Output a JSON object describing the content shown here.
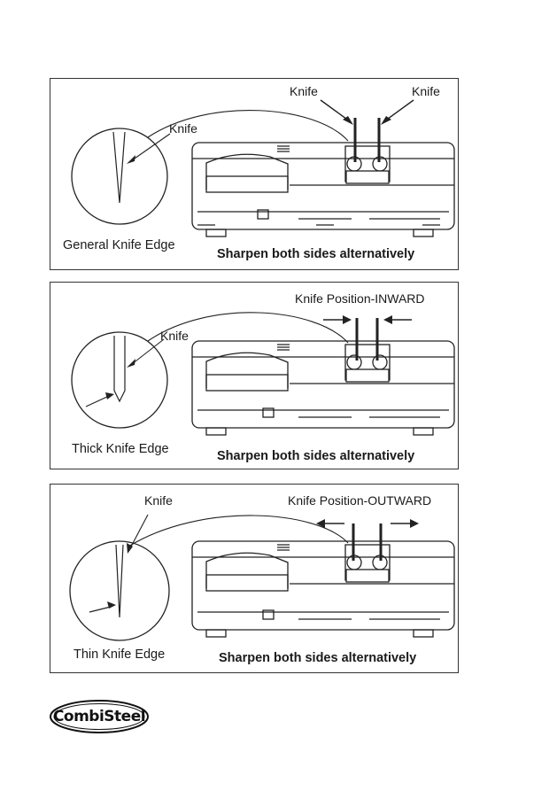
{
  "panels": [
    {
      "knife_left_label": "Knife",
      "knife_right_label": "Knife",
      "circle_knife_label": "Knife",
      "edge_label": "General Knife Edge",
      "caption": "Sharpen both sides alternatively"
    },
    {
      "position_label": "Knife Position-INWARD",
      "circle_knife_label": "Knife",
      "edge_label": "Thick Knife Edge",
      "caption": "Sharpen both sides alternatively"
    },
    {
      "circle_knife_label": "Knife",
      "position_label": "Knife Position-OUTWARD",
      "edge_label": "Thin Knife Edge",
      "caption": "Sharpen both sides alternatively"
    }
  ],
  "logo": {
    "brand": "CombiSteel"
  }
}
